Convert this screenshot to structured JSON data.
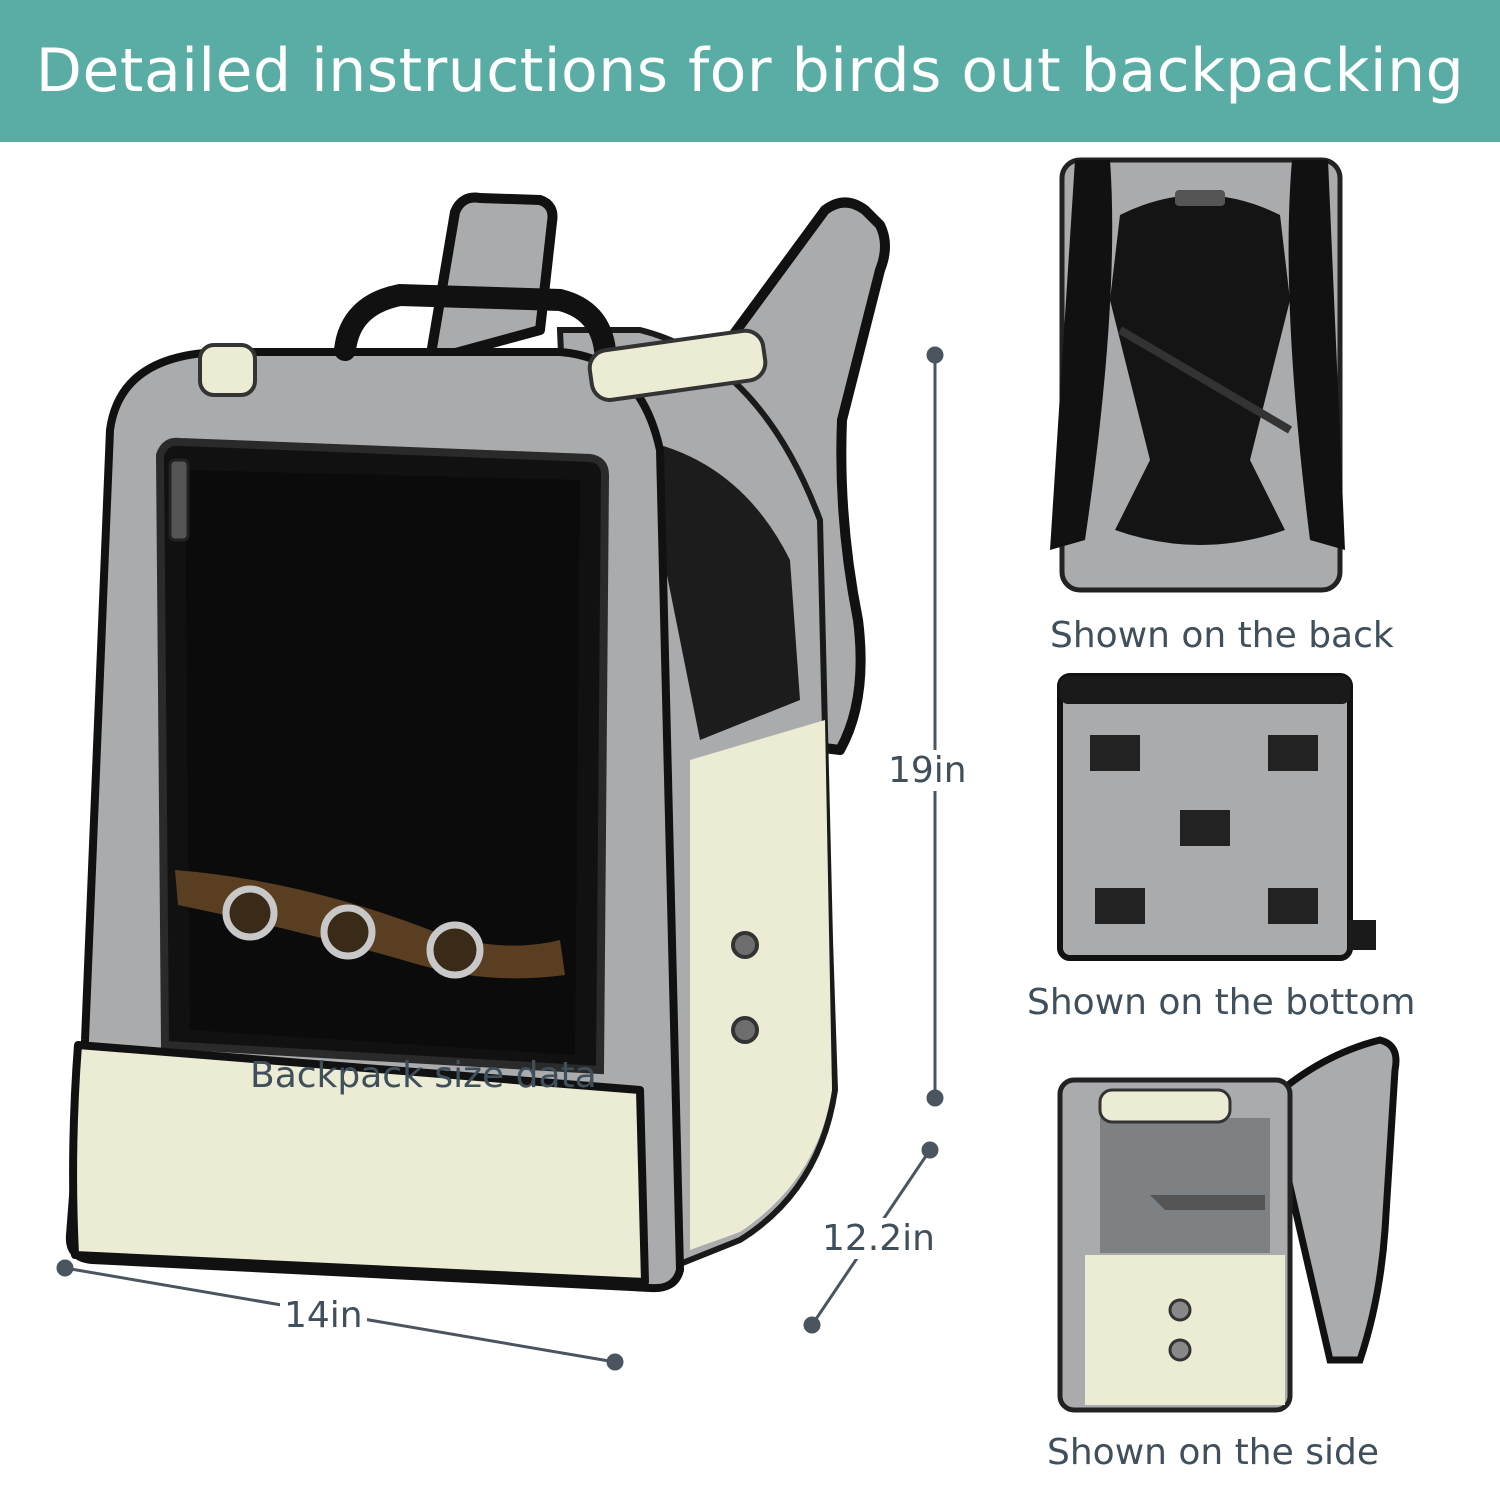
{
  "banner": {
    "title": "Detailed instructions for birds out backpacking",
    "bg_color": "#5aada4"
  },
  "dimensions": {
    "height": "19in",
    "depth": "12.2in",
    "width": "14in"
  },
  "captions": {
    "main": "Backpack size data",
    "back": "Shown on the back",
    "bottom": "Shown on the bottom",
    "side": "Shown on the side"
  },
  "colors": {
    "text": "#3f4f5b",
    "fabric_gray": "#a9abad",
    "fabric_cream": "#ecebd3",
    "mesh_black": "#141414",
    "perch_wood": "#5a3e22"
  },
  "icons": [
    "backpack-front-image",
    "backpack-back-image",
    "backpack-bottom-image",
    "backpack-side-image"
  ]
}
